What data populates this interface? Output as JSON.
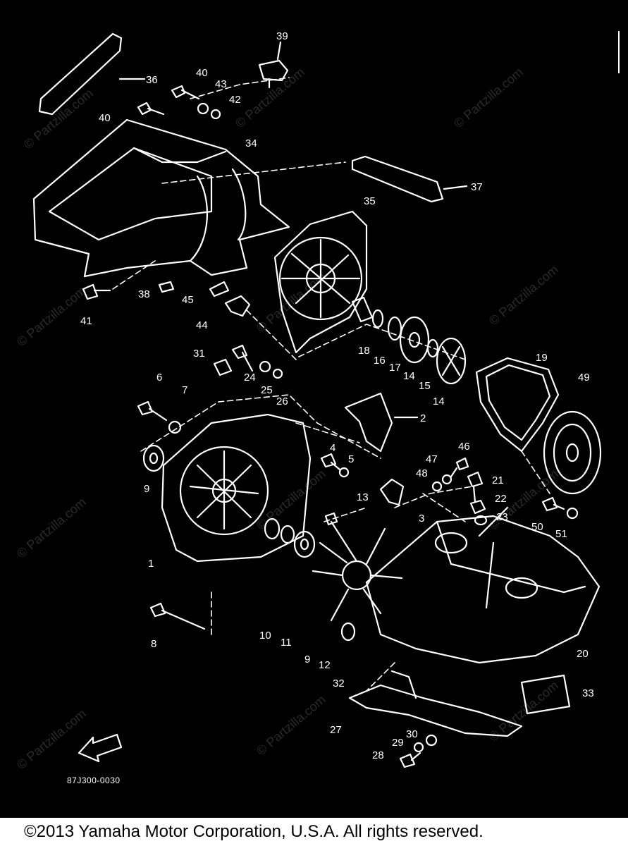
{
  "diagram": {
    "drawing_code": "87J300-0030",
    "fwd_label": "FWD",
    "watermark": "© Partzilla.com",
    "callouts": [
      "39",
      "36",
      "40",
      "43",
      "42",
      "40",
      "34",
      "37",
      "35",
      "41",
      "38",
      "45",
      "44",
      "18",
      "16",
      "17",
      "14",
      "15",
      "14",
      "19",
      "49",
      "31",
      "24",
      "25",
      "26",
      "6",
      "7",
      "2",
      "9",
      "4",
      "5",
      "46",
      "47",
      "48",
      "21",
      "3",
      "13",
      "22",
      "23",
      "50",
      "51",
      "1",
      "10",
      "11",
      "9",
      "12",
      "8",
      "32",
      "20",
      "33",
      "27",
      "30",
      "29",
      "28"
    ]
  },
  "footer": {
    "copyright": "©2013 Yamaha Motor Corporation, U.S.A. All rights reserved."
  },
  "colors": {
    "background": "#000000",
    "line_art": "#ffffff",
    "footer_bg": "#ffffff",
    "footer_text": "#000000"
  }
}
